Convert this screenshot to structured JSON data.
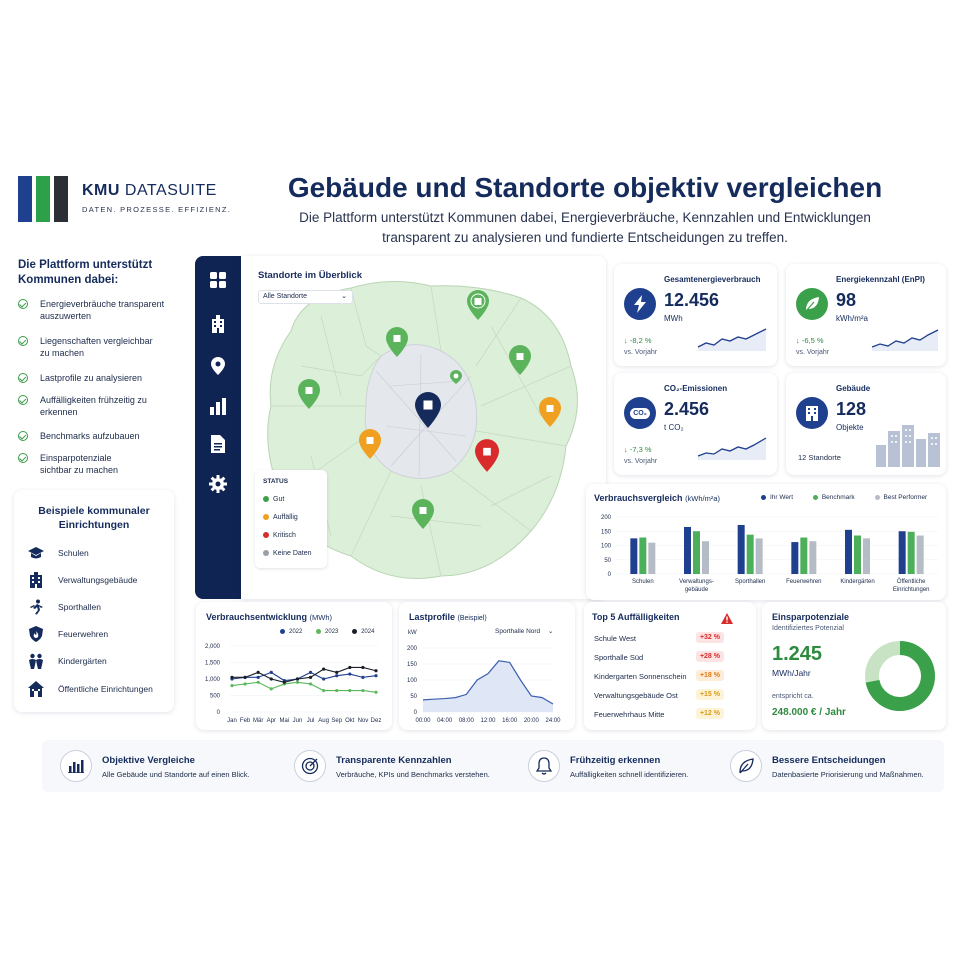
{
  "brand": {
    "name_bold": "KMU",
    "name_light": "DATASUITE",
    "tagline": "DATEN. PROZESSE. EFFIZIENZ.",
    "colors": [
      "#1f3f8f",
      "#2da04a",
      "#2b2f36"
    ]
  },
  "headline": "Gebäude und Standorte objektiv vergleichen",
  "subheadline_1": "Die Plattform unterstützt Kommunen dabei, Energieverbräuche, Kennzahlen und Entwicklungen",
  "subheadline_2": "transparent zu analysieren und fundierte Entscheidungen zu treffen.",
  "support": {
    "title": "Die Plattform unterstützt Kommunen dabei:",
    "items": [
      "Energieverbräuche transparent auszuwerten",
      "Liegenschaften vergleichbar zu machen",
      "Lastprofile zu analysieren",
      "Auffälligkeiten frühzeitig zu erkennen",
      "Benchmarks aufzubauen",
      "Einsparpotenziale sichtbar zu machen"
    ]
  },
  "facilities": {
    "title": "Beispiele kommunaler Einrichtungen",
    "items": [
      {
        "label": "Schulen",
        "icon": "graduation-cap-icon"
      },
      {
        "label": "Verwaltungsgebäude",
        "icon": "office-building-icon"
      },
      {
        "label": "Sporthallen",
        "icon": "running-person-icon"
      },
      {
        "label": "Feuerwehren",
        "icon": "fire-shield-icon"
      },
      {
        "label": "Kindergärten",
        "icon": "children-icon"
      },
      {
        "label": "Öffentliche Einrichtungen",
        "icon": "house-icon"
      }
    ]
  },
  "sidebar": {
    "icons": [
      "grid-icon",
      "buildings-icon",
      "location-pin-icon",
      "bar-chart-icon",
      "document-icon",
      "gear-icon"
    ],
    "color": "#0f2452"
  },
  "map": {
    "title": "Standorte im Überblick",
    "select_value": "Alle Standorte",
    "status_title": "STATUS",
    "status": [
      {
        "label": "Gut",
        "color": "#3aa04a"
      },
      {
        "label": "Auffällig",
        "color": "#f0a020"
      },
      {
        "label": "Kritisch",
        "color": "#d92b2b"
      },
      {
        "label": "Keine Daten",
        "color": "#9aa0a8"
      }
    ]
  },
  "kpis": {
    "total": {
      "title": "Gesamtenergieverbrauch",
      "value": "12.456",
      "unit": "MWh",
      "change": "↓ -8,2 %",
      "sub": "vs. Vorjahr"
    },
    "enpi": {
      "title": "Energiekennzahl (EnPI)",
      "value": "98",
      "unit": "kWh/m²a",
      "change": "↓ -6,5 %",
      "sub": "vs. Vorjahr"
    },
    "co2": {
      "title": "CO₂-Emissionen",
      "value": "2.456",
      "unit": "t CO₂",
      "change": "↓ -7,3 %",
      "sub": "vs. Vorjahr",
      "icon_text": "CO₂"
    },
    "buildings": {
      "title": "Gebäude",
      "value": "128",
      "unit": "Objekte",
      "sub": "12 Standorte"
    }
  },
  "comparison": {
    "title": "Verbrauchsvergleich",
    "unit": "(kWh/m²a)",
    "legend": [
      "Ihr Wert",
      "Benchmark",
      "Best Performer"
    ],
    "ticks": [
      "200",
      "150",
      "100",
      "50",
      "0"
    ],
    "categories": [
      "Schulen",
      "Verwaltungs-\ngebäude",
      "Sporthallen",
      "Feuerwehren",
      "Kindergärten",
      "Öffentliche\nEinrichtungen"
    ]
  },
  "trend": {
    "title": "Verbrauchsentwicklung",
    "unit": "(MWh)",
    "legend": [
      "2022",
      "2023",
      "2024"
    ],
    "ticks": [
      "2,000",
      "1,500",
      "1,000",
      "500",
      "0"
    ],
    "months": [
      "Jan",
      "Feb",
      "Mär",
      "Apr",
      "Mai",
      "Jun",
      "Jul",
      "Aug",
      "Sep",
      "Okt",
      "Nov",
      "Dez"
    ]
  },
  "load": {
    "title": "Lastprofile",
    "subtitle": "(Beispiel)",
    "unit": "kW",
    "select_value": "Sporthalle Nord",
    "ticks": [
      "200",
      "150",
      "100",
      "50",
      "0"
    ],
    "times": [
      "00:00",
      "04:00",
      "08:00",
      "12:00",
      "16:00",
      "20:00",
      "24:00"
    ]
  },
  "top5": {
    "title": "Top 5 Auffälligkeiten",
    "rows": [
      {
        "name": "Schule West",
        "pct": "+32 %",
        "level": "red"
      },
      {
        "name": "Sporthalle Süd",
        "pct": "+28 %",
        "level": "red"
      },
      {
        "name": "Kindergarten Sonnenschein",
        "pct": "+18 %",
        "level": "orange"
      },
      {
        "name": "Verwaltungsgebäude Ost",
        "pct": "+15 %",
        "level": "yellow"
      },
      {
        "name": "Feuerwehrhaus Mitte",
        "pct": "+12 %",
        "level": "yellow"
      }
    ]
  },
  "savings": {
    "title": "Einsparpotenziale",
    "subtitle": "Identifiziertes Potenzial",
    "value": "1.245",
    "unit": "MWh/Jahr",
    "note": "entspricht ca.",
    "money": "248.000 € / Jahr",
    "donut_fraction": 0.72
  },
  "features": [
    {
      "title": "Objektive Vergleiche",
      "desc": "Alle Gebäude und Standorte auf einen Blick.",
      "icon": "bar-chart-icon"
    },
    {
      "title": "Transparente Kennzahlen",
      "desc": "Verbräuche, KPIs und Benchmarks verstehen.",
      "icon": "target-icon"
    },
    {
      "title": "Frühzeitig erkennen",
      "desc": "Auffälligkeiten schnell identifizieren.",
      "icon": "bell-icon"
    },
    {
      "title": "Bessere Entscheidungen",
      "desc": "Datenbasierte Priorisierung und Maßnahmen.",
      "icon": "leaf-icon"
    }
  ],
  "chart_data": [
    {
      "type": "bar",
      "title": "Verbrauchsvergleich",
      "ylabel": "kWh/m²a",
      "ylim": [
        0,
        200
      ],
      "categories": [
        "Schulen",
        "Verwaltungsgebäude",
        "Sporthallen",
        "Feuerwehren",
        "Kindergärten",
        "Öffentliche Einrichtungen"
      ],
      "series": [
        {
          "name": "Ihr Wert",
          "values": [
            125,
            165,
            172,
            112,
            155,
            150
          ]
        },
        {
          "name": "Benchmark",
          "values": [
            128,
            150,
            138,
            128,
            135,
            148
          ]
        },
        {
          "name": "Best Performer",
          "values": [
            110,
            115,
            125,
            115,
            125,
            135
          ]
        }
      ],
      "colors": [
        "#1f3f8f",
        "#4caf5a",
        "#b6bcc6"
      ],
      "legend": "top"
    },
    {
      "type": "line",
      "title": "Verbrauchsentwicklung",
      "ylabel": "MWh",
      "ylim": [
        0,
        2000
      ],
      "x": [
        "Jan",
        "Feb",
        "Mär",
        "Apr",
        "Mai",
        "Jun",
        "Jul",
        "Aug",
        "Sep",
        "Okt",
        "Nov",
        "Dez"
      ],
      "series": [
        {
          "name": "2022",
          "values": [
            1000,
            1050,
            1050,
            1200,
            950,
            1000,
            1200,
            1000,
            1100,
            1150,
            1050,
            1100
          ]
        },
        {
          "name": "2023",
          "values": [
            800,
            850,
            900,
            700,
            850,
            900,
            850,
            650,
            650,
            650,
            650,
            600
          ]
        },
        {
          "name": "2024",
          "values": [
            1050,
            1050,
            1200,
            1000,
            900,
            1000,
            1050,
            1300,
            1200,
            1350,
            1350,
            1250
          ]
        }
      ],
      "colors": [
        "#1f3f8f",
        "#5cb85c",
        "#1b1f2a"
      ],
      "legend": "top"
    },
    {
      "type": "area",
      "title": "Lastprofile",
      "ylabel": "kW",
      "ylim": [
        0,
        200
      ],
      "x": [
        "00:00",
        "02:00",
        "04:00",
        "06:00",
        "08:00",
        "10:00",
        "12:00",
        "14:00",
        "16:00",
        "18:00",
        "20:00",
        "22:00",
        "24:00"
      ],
      "values": [
        38,
        40,
        42,
        45,
        55,
        100,
        120,
        160,
        155,
        100,
        50,
        45,
        25
      ],
      "colors": [
        "#3b5fb0"
      ]
    },
    {
      "type": "pie",
      "title": "Einsparpotenziale",
      "values": [
        72,
        28
      ],
      "colors": [
        "#3aa04a",
        "#c7e3c4"
      ]
    }
  ]
}
